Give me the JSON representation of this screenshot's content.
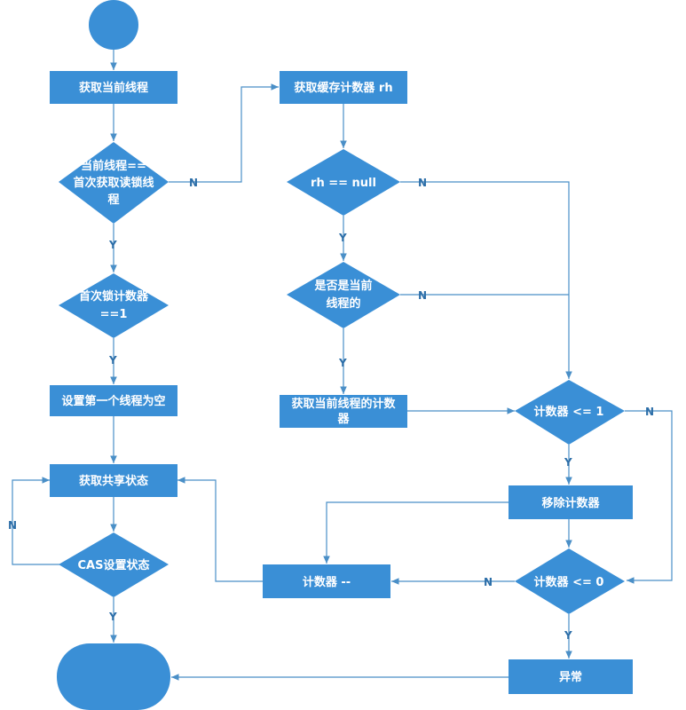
{
  "nodes": {
    "start": "",
    "get_current_thread": "获取当前线程",
    "first_reader_check": [
      "当前线程==",
      "首次获取读锁线",
      "程"
    ],
    "first_reader_count_check": [
      "首次锁计数器",
      "==1"
    ],
    "set_first_reader_null": "设置第一个线程为空",
    "get_shared_state": "获取共享状态",
    "cas_set_state": "CAS设置状态",
    "end": "",
    "get_cached_counter": "获取缓存计数器 rh",
    "rh_null_check": "rh == null",
    "is_current_thread_check": [
      "是否是当前",
      "线程的"
    ],
    "get_current_thread_counter": [
      "获取当前线程的计数",
      "器"
    ],
    "counter_le_1": "计数器 <= 1",
    "remove_counter": "移除计数器",
    "counter_decrement": "计数器 --",
    "counter_le_0": "计数器 <= 0",
    "exception": "异常"
  },
  "edge_labels": {
    "yes": "Y",
    "no": "N"
  },
  "colors": {
    "node_fill": "#3a8fd6",
    "edge": "#4a8fc7",
    "label": "#2c6ea8"
  }
}
